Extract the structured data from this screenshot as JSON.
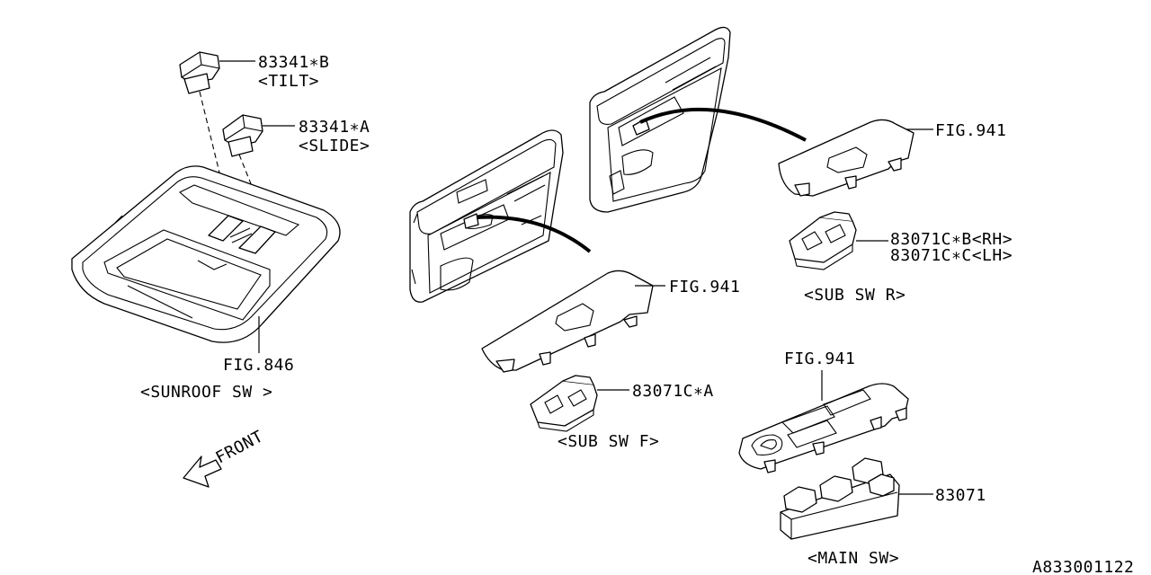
{
  "labels": {
    "tilt_part": "83341∗B",
    "tilt_name": "<TILT>",
    "slide_part": "83341∗A",
    "slide_name": "<SLIDE>",
    "fig_sunroof": "FIG.846",
    "sunroof_sw": "<SUNROOF SW >",
    "front": "FRONT",
    "fig_front_door": "FIG.941",
    "sub_sw_f_part": "83071C∗A",
    "sub_sw_f": "<SUB SW F>",
    "fig_rear_door": "FIG.941",
    "sub_sw_r_part_rh": "83071C∗B<RH>",
    "sub_sw_r_part_lh": "83071C∗C<LH>",
    "sub_sw_r": "<SUB SW R>",
    "fig_main": "FIG.941",
    "main_sw_part": "83071",
    "main_sw": "<MAIN SW>",
    "diagram_id": "A833001122"
  }
}
